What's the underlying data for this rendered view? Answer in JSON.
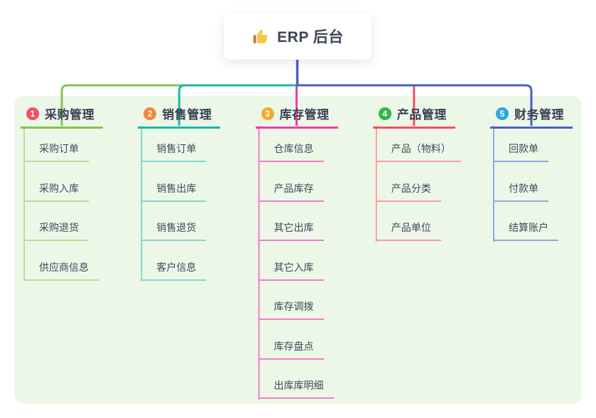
{
  "root": {
    "label": "ERP 后台",
    "icon": "thumbs-up-icon",
    "icon_color": "#f7c845",
    "icon_cuff_color": "#b5763a",
    "text_color": "#3d4555"
  },
  "panel": {
    "background": "#ecf7e8"
  },
  "connectors": {
    "trunk_color": "#4a60c8",
    "teal_color": "#16b9a7",
    "green_color": "#85c250",
    "magenta_color": "#f43ba4",
    "coral_color": "#f5505f"
  },
  "branches": [
    {
      "number": "1",
      "label": "采购管理",
      "badge_color": "#f25066",
      "line_color": "#85c250",
      "child_line_color": "#b9de97",
      "children": [
        "采购订单",
        "采购入库",
        "采购退货",
        "供应商信息"
      ]
    },
    {
      "number": "2",
      "label": "销售管理",
      "badge_color": "#f5843c",
      "line_color": "#16b9a7",
      "child_line_color": "#83d8cf",
      "children": [
        "销售订单",
        "销售出库",
        "销售退货",
        "客户信息"
      ]
    },
    {
      "number": "3",
      "label": "库存管理",
      "badge_color": "#f8a727",
      "line_color": "#f43ba4",
      "child_line_color": "#f07fc4",
      "children": [
        "仓库信息",
        "产品库存",
        "其它出库",
        "其它入库",
        "库存调拨",
        "库存盘点",
        "出库库明细"
      ]
    },
    {
      "number": "4",
      "label": "产品管理",
      "badge_color": "#36b44a",
      "line_color": "#f5505f",
      "child_line_color": "#f79ba1",
      "children": [
        "产品（物料）",
        "产品分类",
        "产品单位"
      ]
    },
    {
      "number": "5",
      "label": "财务管理",
      "badge_color": "#29a9df",
      "line_color": "#4a60c8",
      "child_line_color": "#91a8e0",
      "children": [
        "回款单",
        "付款单",
        "结算账户"
      ]
    }
  ]
}
